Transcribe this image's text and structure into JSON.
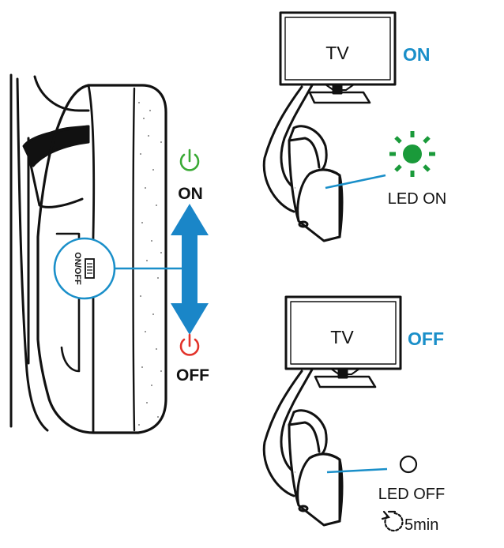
{
  "headset": {
    "switch_label": "ON/OFF",
    "on_label": "ON",
    "off_label": "OFF"
  },
  "top_panel": {
    "tv_label": "TV",
    "tv_state": "ON",
    "led_label": "LED ON"
  },
  "bottom_panel": {
    "tv_label": "TV",
    "tv_state": "OFF",
    "led_label": "LED OFF",
    "timer_label": "5min"
  },
  "colors": {
    "accent_blue": "#1a8fc9",
    "arrow_blue": "#1a86c8",
    "power_on_green": "#3aaa35",
    "power_off_red": "#e2332b",
    "led_green": "#1a9a3a",
    "line": "#111111"
  },
  "icons": [
    "power-icon",
    "double-arrow-icon",
    "led-indicator-icon",
    "timer-icon"
  ]
}
